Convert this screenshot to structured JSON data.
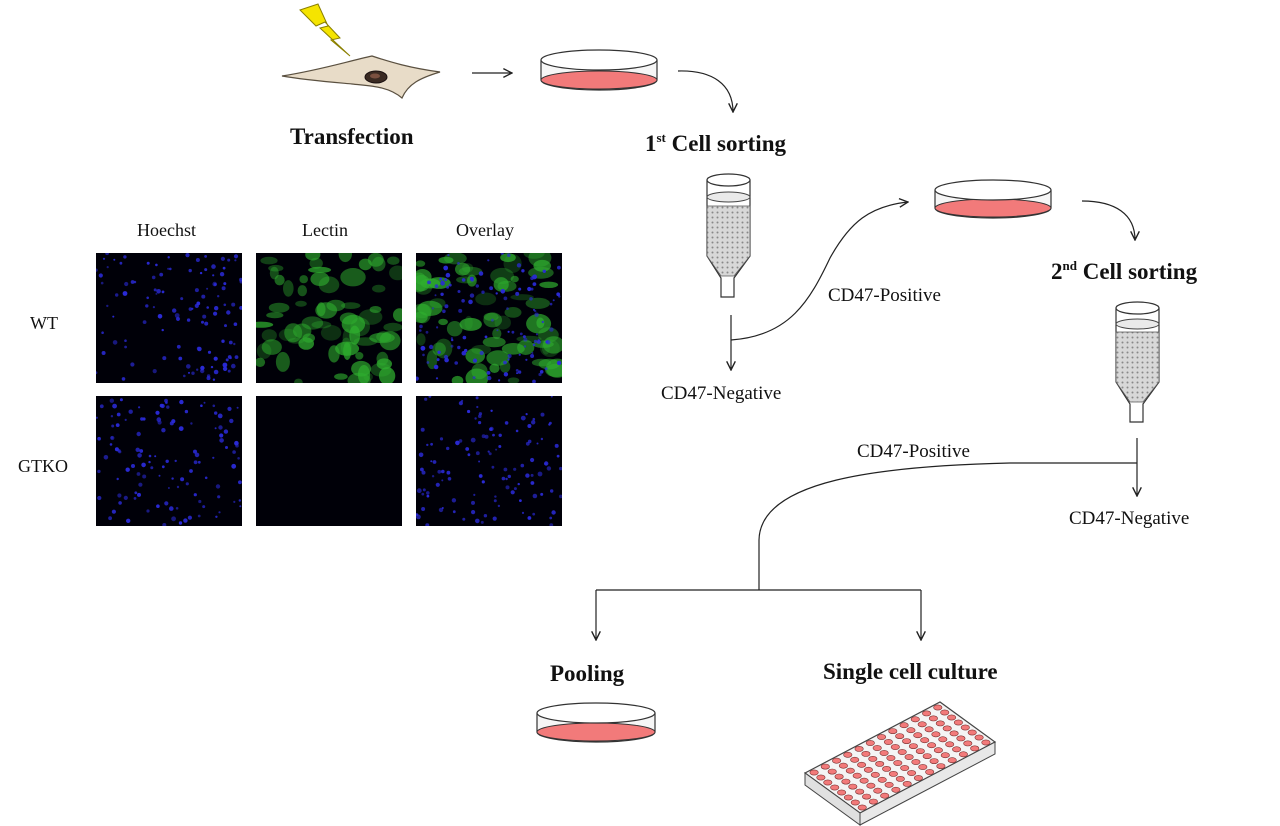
{
  "steps": {
    "transfection": "Transfection",
    "first_sorting_ordinal": "1",
    "first_sorting_sup": "st",
    "first_sorting_text": " Cell sorting",
    "second_sorting_ordinal": "2",
    "second_sorting_sup": "nd",
    "second_sorting_text": " Cell sorting",
    "pooling": "Pooling",
    "single_cell_culture": "Single cell culture"
  },
  "branches": {
    "first_positive": "CD47-Positive",
    "first_negative": "CD47-Negative",
    "second_positive": "CD47-Positive",
    "second_negative": "CD47-Negative"
  },
  "micrograph": {
    "columns": [
      "Hoechst",
      "Lectin",
      "Overlay"
    ],
    "rows": [
      "WT",
      "GTKO"
    ]
  },
  "colors": {
    "dish_fill": "#f27a7a",
    "cell_body": "#e8dcc8",
    "bolt": "#f5e400",
    "hoechst": "#2a2ad8",
    "lectin": "#2fae2f"
  }
}
